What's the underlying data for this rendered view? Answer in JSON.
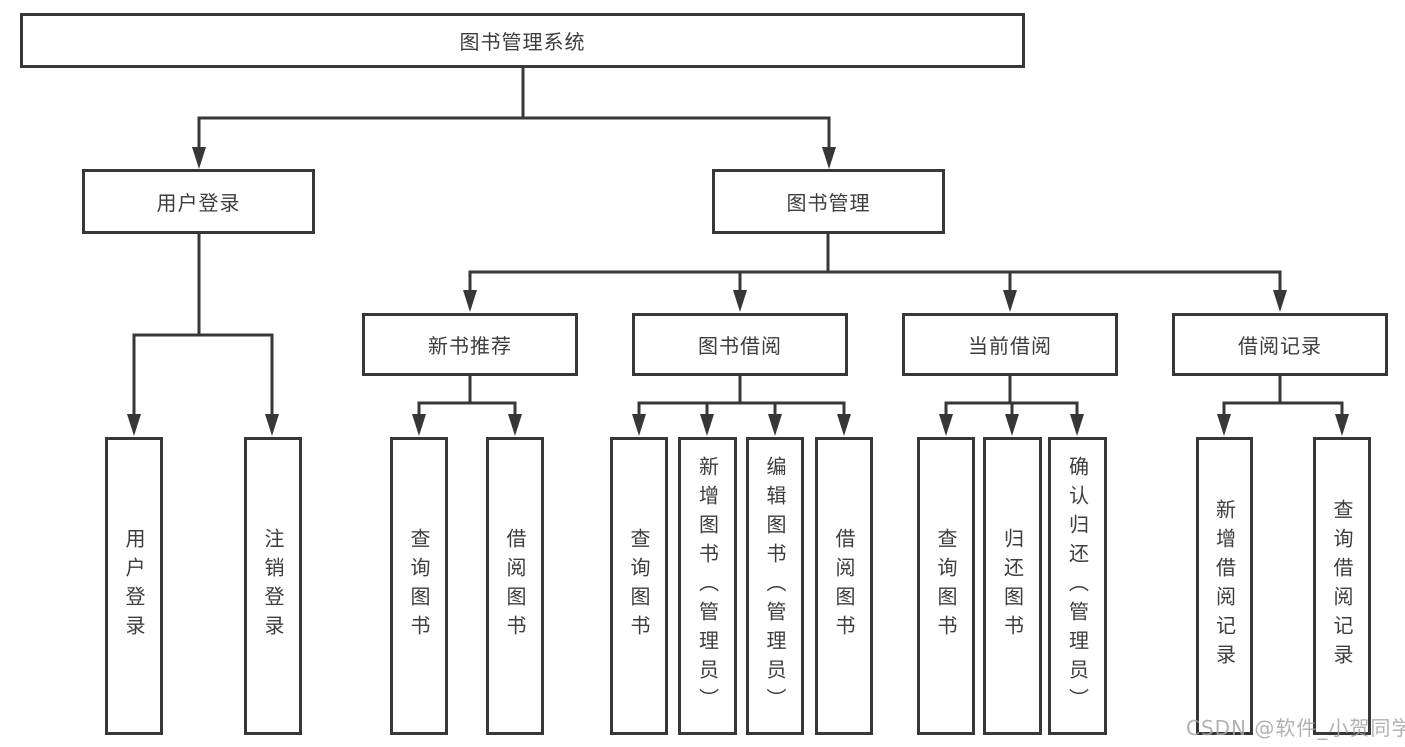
{
  "diagram": {
    "root": "图书管理系统",
    "branches": [
      {
        "label": "用户登录",
        "children": [
          "用户登录",
          "注销登录"
        ]
      },
      {
        "label": "图书管理",
        "groups": [
          {
            "label": "新书推荐",
            "children": [
              "查询图书",
              "借阅图书"
            ]
          },
          {
            "label": "图书借阅",
            "children": [
              "查询图书",
              "新增图书（管理员）",
              "编辑图书（管理员）",
              "借阅图书"
            ]
          },
          {
            "label": "当前借阅",
            "children": [
              "查询图书",
              "归还图书",
              "确认归还（管理员）"
            ]
          },
          {
            "label": "借阅记录",
            "children": [
              "新增借阅记录",
              "查询借阅记录"
            ]
          }
        ]
      }
    ]
  },
  "watermark": "CSDN @软件_小贺同学",
  "colors": {
    "line": "#373737",
    "text": "#3d3d3d",
    "background": "#ffffff",
    "watermark": "#a5a5a5"
  }
}
